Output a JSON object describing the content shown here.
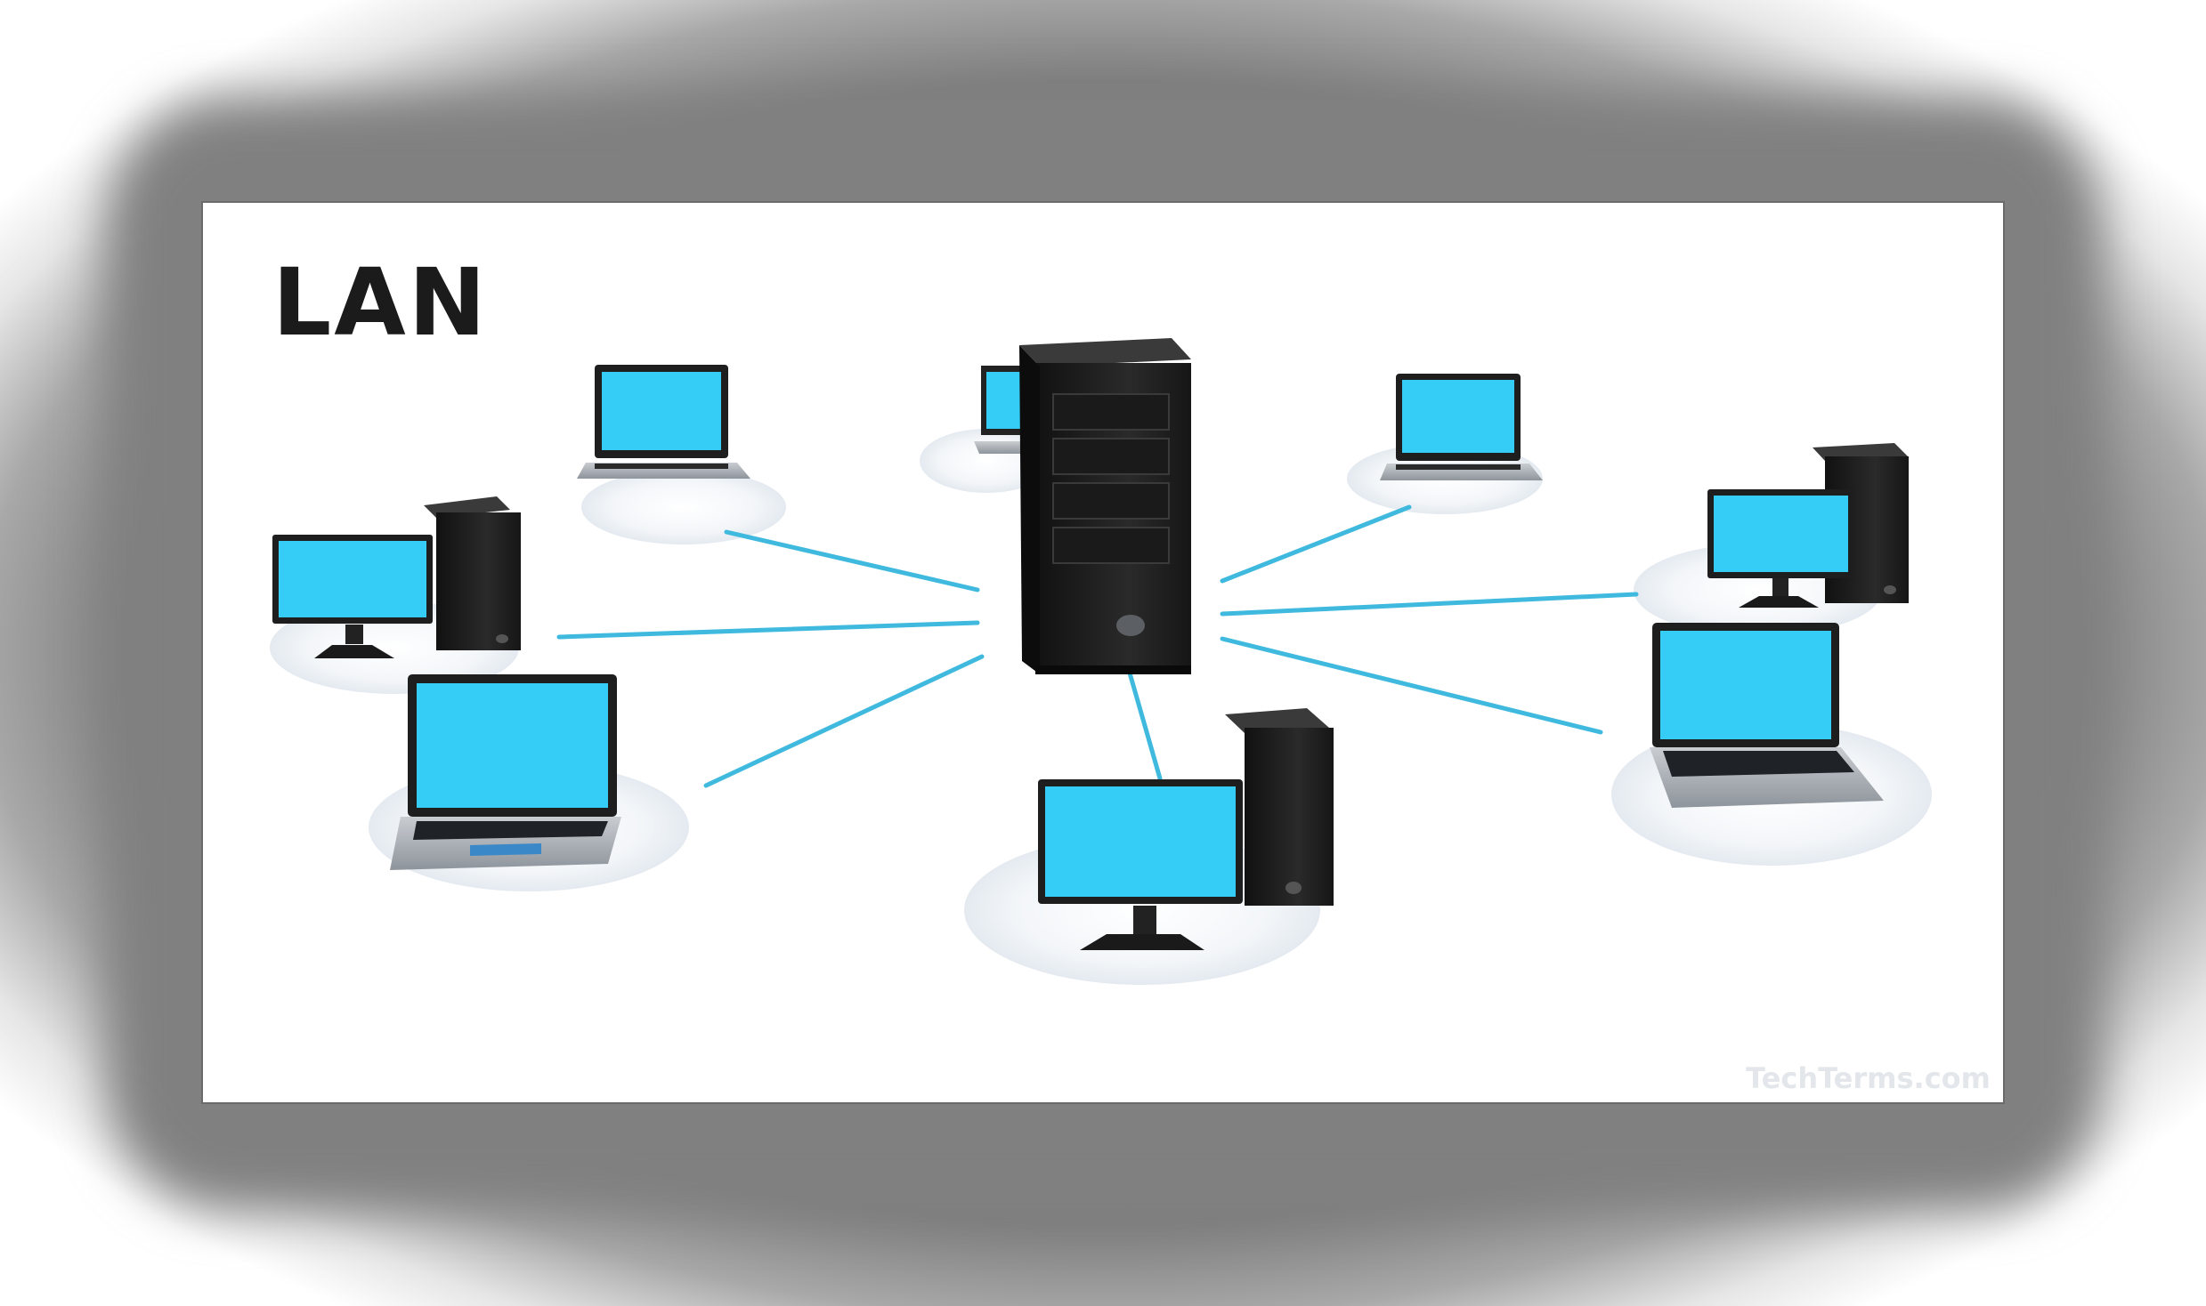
{
  "title": "LAN",
  "watermark": "TechTerms.com",
  "colors": {
    "screen": "#35cdf6",
    "cable": "#3fb9de",
    "device": "#1d1d1d",
    "pad": "#eef2f6",
    "frame": "#7f7f7f"
  },
  "nodes": [
    {
      "id": "server",
      "device": "tower-server-icon"
    },
    {
      "id": "top-left-laptop",
      "device": "laptop-icon"
    },
    {
      "id": "top-center-laptop",
      "device": "laptop-icon"
    },
    {
      "id": "top-right-laptop",
      "device": "laptop-icon"
    },
    {
      "id": "left-desktop",
      "device": "desktop-computer-icon"
    },
    {
      "id": "right-desktop",
      "device": "desktop-computer-icon"
    },
    {
      "id": "bottom-left-laptop",
      "device": "laptop-icon"
    },
    {
      "id": "bottom-center-desktop",
      "device": "desktop-computer-icon"
    },
    {
      "id": "bottom-right-laptop",
      "device": "laptop-icon"
    }
  ]
}
